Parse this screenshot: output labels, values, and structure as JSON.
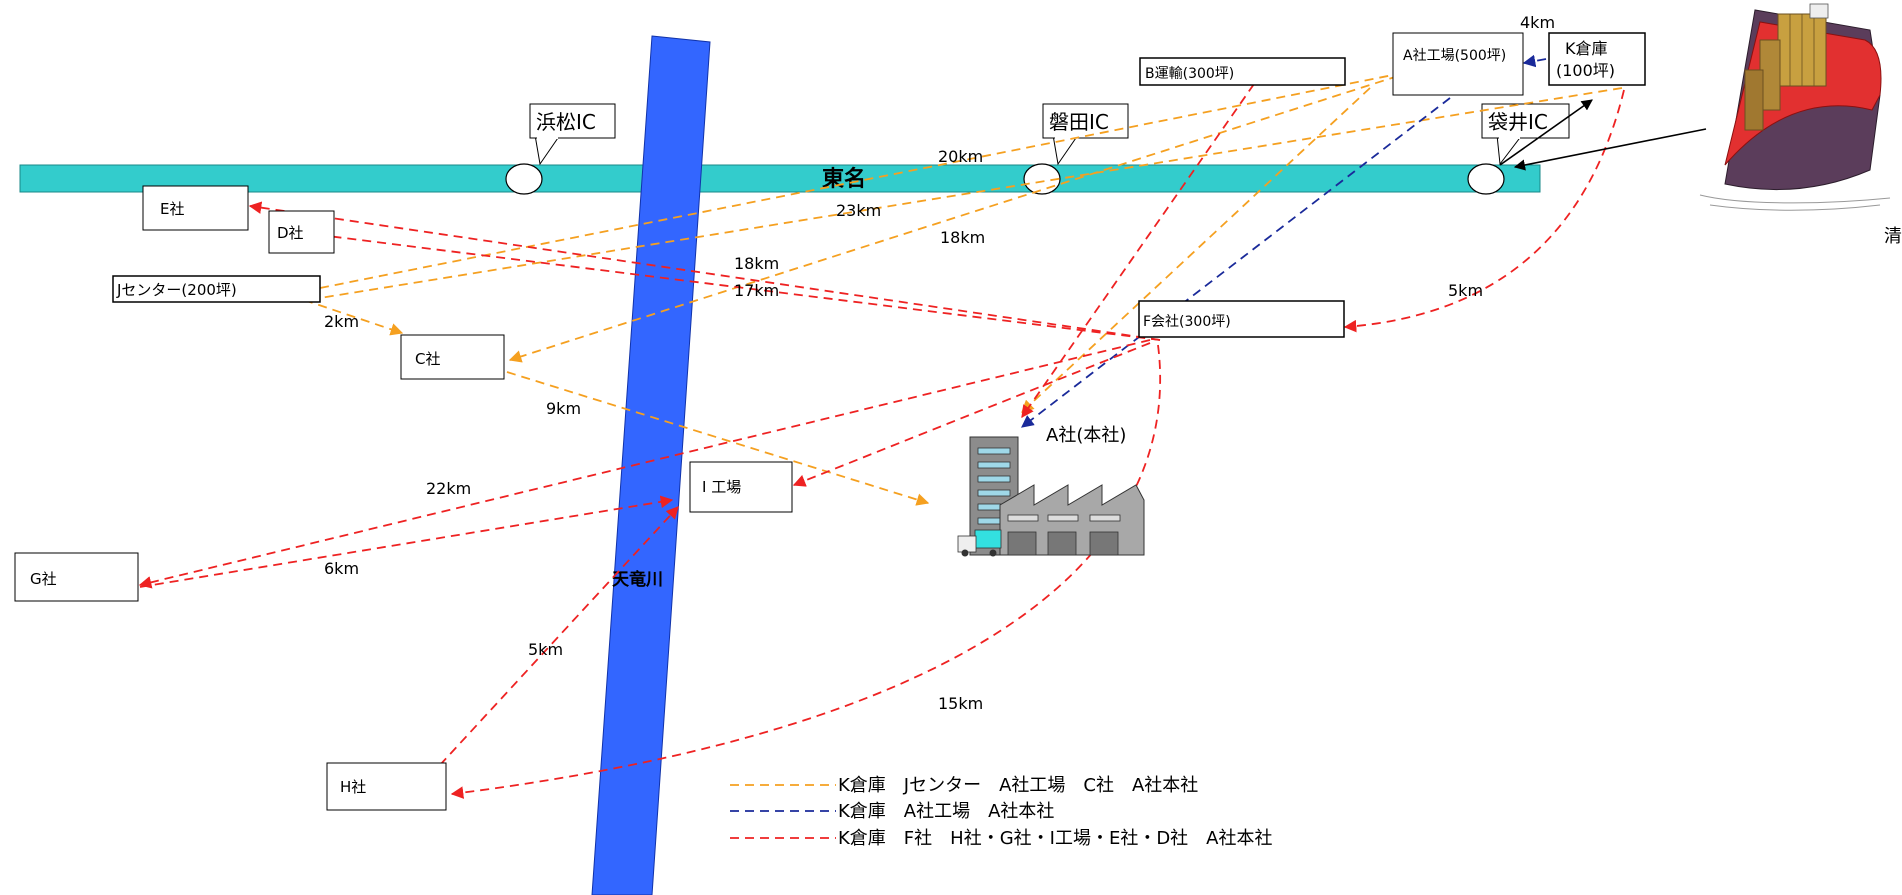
{
  "highway": {
    "name": "東名"
  },
  "river": {
    "name": "天竜川"
  },
  "interchanges": {
    "hamamatsu": "浜松IC",
    "iwata": "磐田IC",
    "fukuroi": "袋井IC"
  },
  "port": {
    "name": "清水"
  },
  "boxes": {
    "b_unyu": "B運輸(300坪)",
    "a_factory": "A社工場(500坪)",
    "k_warehouse_line1": "K倉庫",
    "k_warehouse_line2": "(100坪)",
    "e_company": "E社",
    "d_company": "D社",
    "j_center": "Jセンター(200坪)",
    "c_company": "C社",
    "f_company": "F会社(300坪)",
    "i_factory": "I 工場",
    "g_company": "G社",
    "h_company": "H社"
  },
  "hq_label": "A社(本社)",
  "distances": {
    "d_4km": "4km",
    "d_20km": "20km",
    "d_23km": "23km",
    "d_18km_a": "18km",
    "d_18km_b": "18km",
    "d_17km": "17km",
    "d_2km": "2km",
    "d_9km": "9km",
    "d_5km_right": "5km",
    "d_22km": "22km",
    "d_6km": "6km",
    "d_5km_left": "5km",
    "d_15km": "15km"
  },
  "legend": [
    {
      "text": "K倉庫　Jセンター　A社工場　C社　A社本社",
      "color": "#f5a020"
    },
    {
      "text": "K倉庫　A社工場　A社本社",
      "color": "#1a2a9a"
    },
    {
      "text": "K倉庫　F社　H社・G社・I工場・E社・D社　A社本社",
      "color": "#ee2222"
    }
  ],
  "colors": {
    "orange": "#f5a020",
    "navy": "#1a2a9a",
    "red": "#ee2222",
    "highway": "#33cccc",
    "river": "#3366ff"
  }
}
